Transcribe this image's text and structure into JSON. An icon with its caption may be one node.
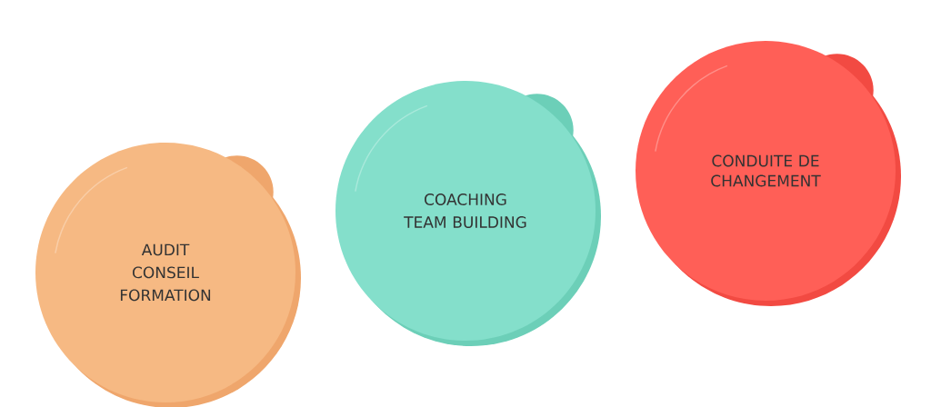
{
  "diagram": {
    "nodes": [
      {
        "text": [
          "AUDIT",
          "CONSEIL",
          "FORMATION"
        ]
      },
      {
        "text": [
          "COACHING",
          "TEAM BUILDING"
        ]
      },
      {
        "text": [
          "CONDUITE DE CHANGEMENT"
        ]
      }
    ]
  }
}
